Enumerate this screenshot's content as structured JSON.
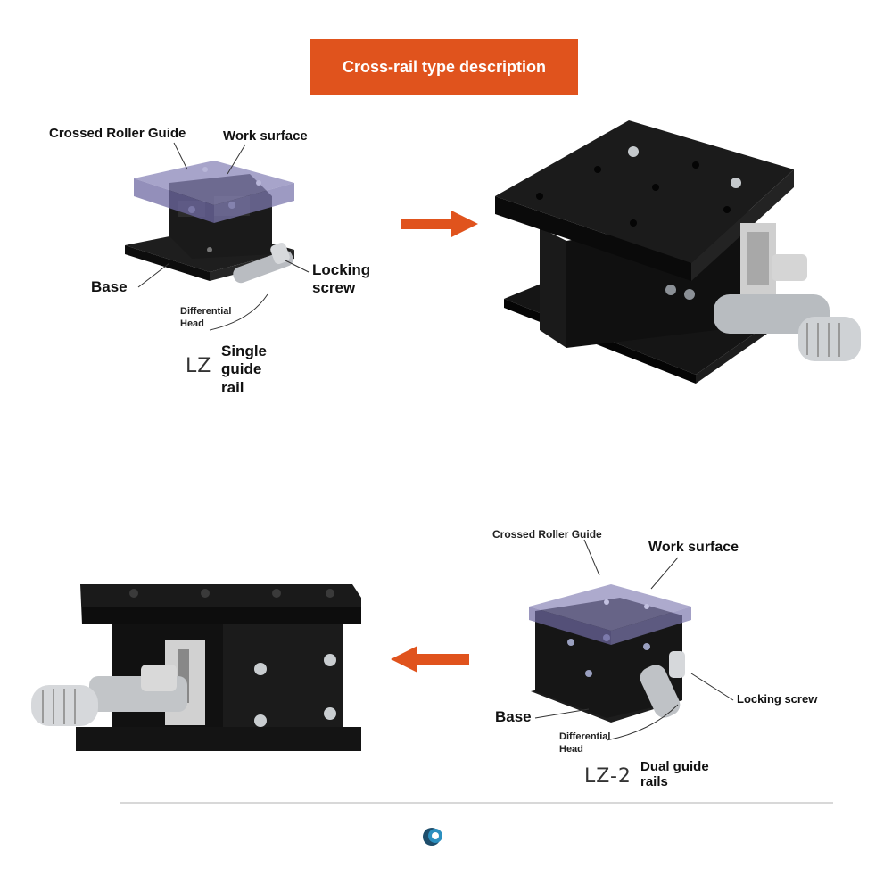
{
  "banner": {
    "title": "Cross-rail type description",
    "color": "#e0531d"
  },
  "top_diagram": {
    "labels": {
      "crossed_roller_guide": "Crossed Roller Guide",
      "work_surface": "Work surface",
      "base": "Base",
      "locking_screw_1": "Locking",
      "locking_screw_2": "screw",
      "differential_head_1": "Differential",
      "differential_head_2": "Head"
    },
    "model": "LZ",
    "model_desc_1": "Single",
    "model_desc_2": "guide",
    "model_desc_3": "rail"
  },
  "bottom_diagram": {
    "labels": {
      "crossed_roller_guide": "Crossed Roller Guide",
      "work_surface": "Work surface",
      "locking_screw": "Locking screw",
      "base": "Base",
      "differential_head_1": "Differential",
      "differential_head_2": "Head"
    },
    "model": "LZ-2",
    "model_desc_1": "Dual guide",
    "model_desc_2": "rails"
  },
  "icons": [
    "arrow-right-icon",
    "arrow-left-icon",
    "circle-logo-icon"
  ],
  "colors": {
    "accent": "#e0531d",
    "stage_black": "#151515",
    "translucent_plate": "#8a86b8"
  }
}
